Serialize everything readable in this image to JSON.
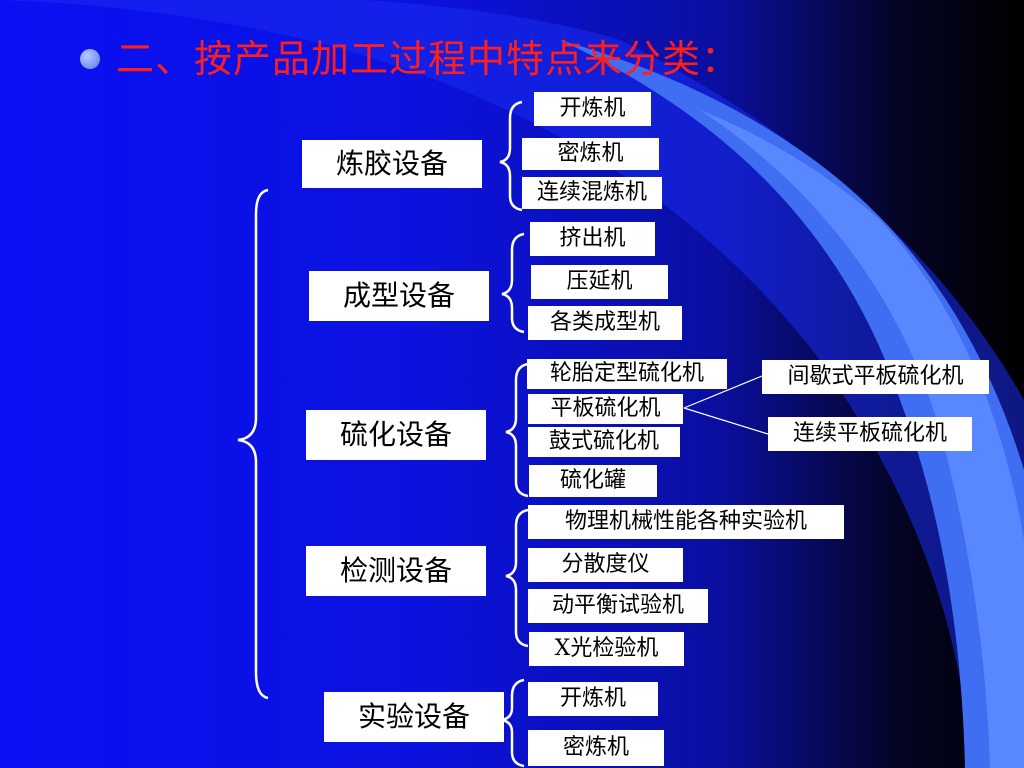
{
  "title": "二、按产品加工过程中特点来分类：",
  "categories": {
    "mixing": {
      "label": "炼胶设备",
      "items": [
        "开炼机",
        "密炼机",
        "连续混炼机"
      ]
    },
    "forming": {
      "label": "成型设备",
      "items": [
        "挤出机",
        "压延机",
        "各类成型机"
      ]
    },
    "curing": {
      "label": "硫化设备",
      "items": [
        "轮胎定型硫化机",
        "平板硫化机",
        "鼓式硫化机",
        "硫化罐"
      ],
      "subtypes": [
        "间歇式平板硫化机",
        "连续平板硫化机"
      ]
    },
    "testing": {
      "label": "检测设备",
      "items": [
        "物理机械性能各种实验机",
        "分散度仪",
        "动平衡试验机",
        "X光检验机"
      ]
    },
    "experiment": {
      "label": "实验设备",
      "items": [
        "开炼机",
        "密炼机"
      ]
    }
  },
  "colors": {
    "title": "#ff1e1e",
    "background": "#0a10f2",
    "box": "#ffffff",
    "connector": "#ffffff",
    "accent_swoosh": "#4a78f0"
  }
}
